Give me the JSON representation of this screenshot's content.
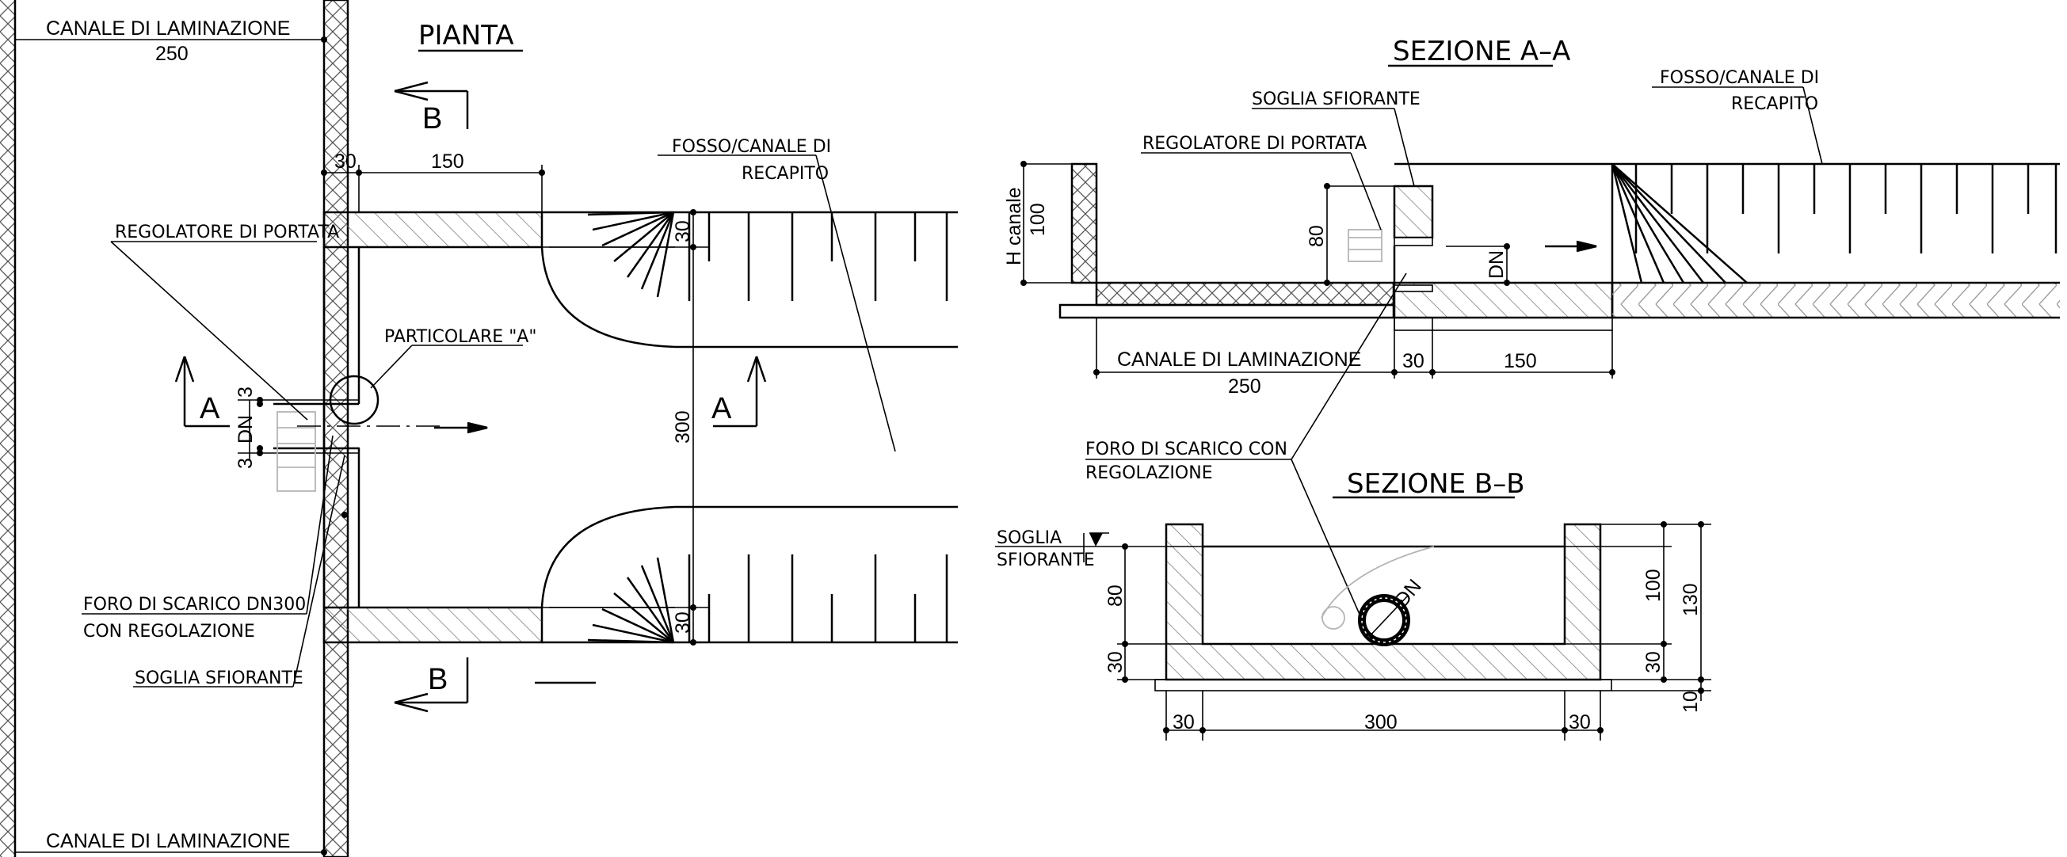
{
  "views": {
    "plan_title": "PIANTA",
    "section_aa_title": "SEZIONE A–A",
    "section_bb_title": "SEZIONE B–B"
  },
  "labels": {
    "canale_top": "CANALE DI LAMINAZIONE",
    "canale_top_width": "250",
    "canale_bottom": "CANALE DI LAMINAZIONE",
    "regolatore_plan": "REGOLATORE DI PORTATA",
    "particolare": "PARTICOLARE \"A\"",
    "fosso_plan_1": "FOSSO/CANALE DI",
    "fosso_plan_2": "RECAPITO",
    "foro_plan_1": "FORO DI SCARICO DN300",
    "foro_plan_2": "CON REGOLAZIONE",
    "soglia_plan": "SOGLIA SFIORANTE",
    "soglia_aa": "SOGLIA SFIORANTE",
    "regolatore_aa": "REGOLATORE DI PORTATA",
    "fosso_aa_1": "FOSSO/CANALE DI",
    "fosso_aa_2": "RECAPITO",
    "h_canale": "H canale",
    "canale_aa": "CANALE DI LAMINAZIONE",
    "canale_aa_width": "250",
    "foro_aa_1": "FORO DI SCARICO CON",
    "foro_aa_2": "REGOLAZIONE",
    "soglia_bb_1": "SOGLIA",
    "soglia_bb_2": "SFIORANTE",
    "dn": "DN"
  },
  "section_markers": {
    "a": "A",
    "b": "B"
  },
  "dimensions": {
    "plan_30_top": "30",
    "plan_150": "150",
    "plan_30_right_top": "30",
    "plan_300": "300",
    "plan_30_right_bottom": "30",
    "plan_3_top": "3",
    "plan_3_bottom": "3",
    "aa_100": "100",
    "aa_80": "80",
    "aa_30": "30",
    "aa_150": "150",
    "bb_80": "80",
    "bb_30_left": "30",
    "bb_100": "100",
    "bb_130": "130",
    "bb_30_right": "30",
    "bb_10": "10",
    "bb_30_a": "30",
    "bb_300": "300",
    "bb_30_b": "30"
  }
}
